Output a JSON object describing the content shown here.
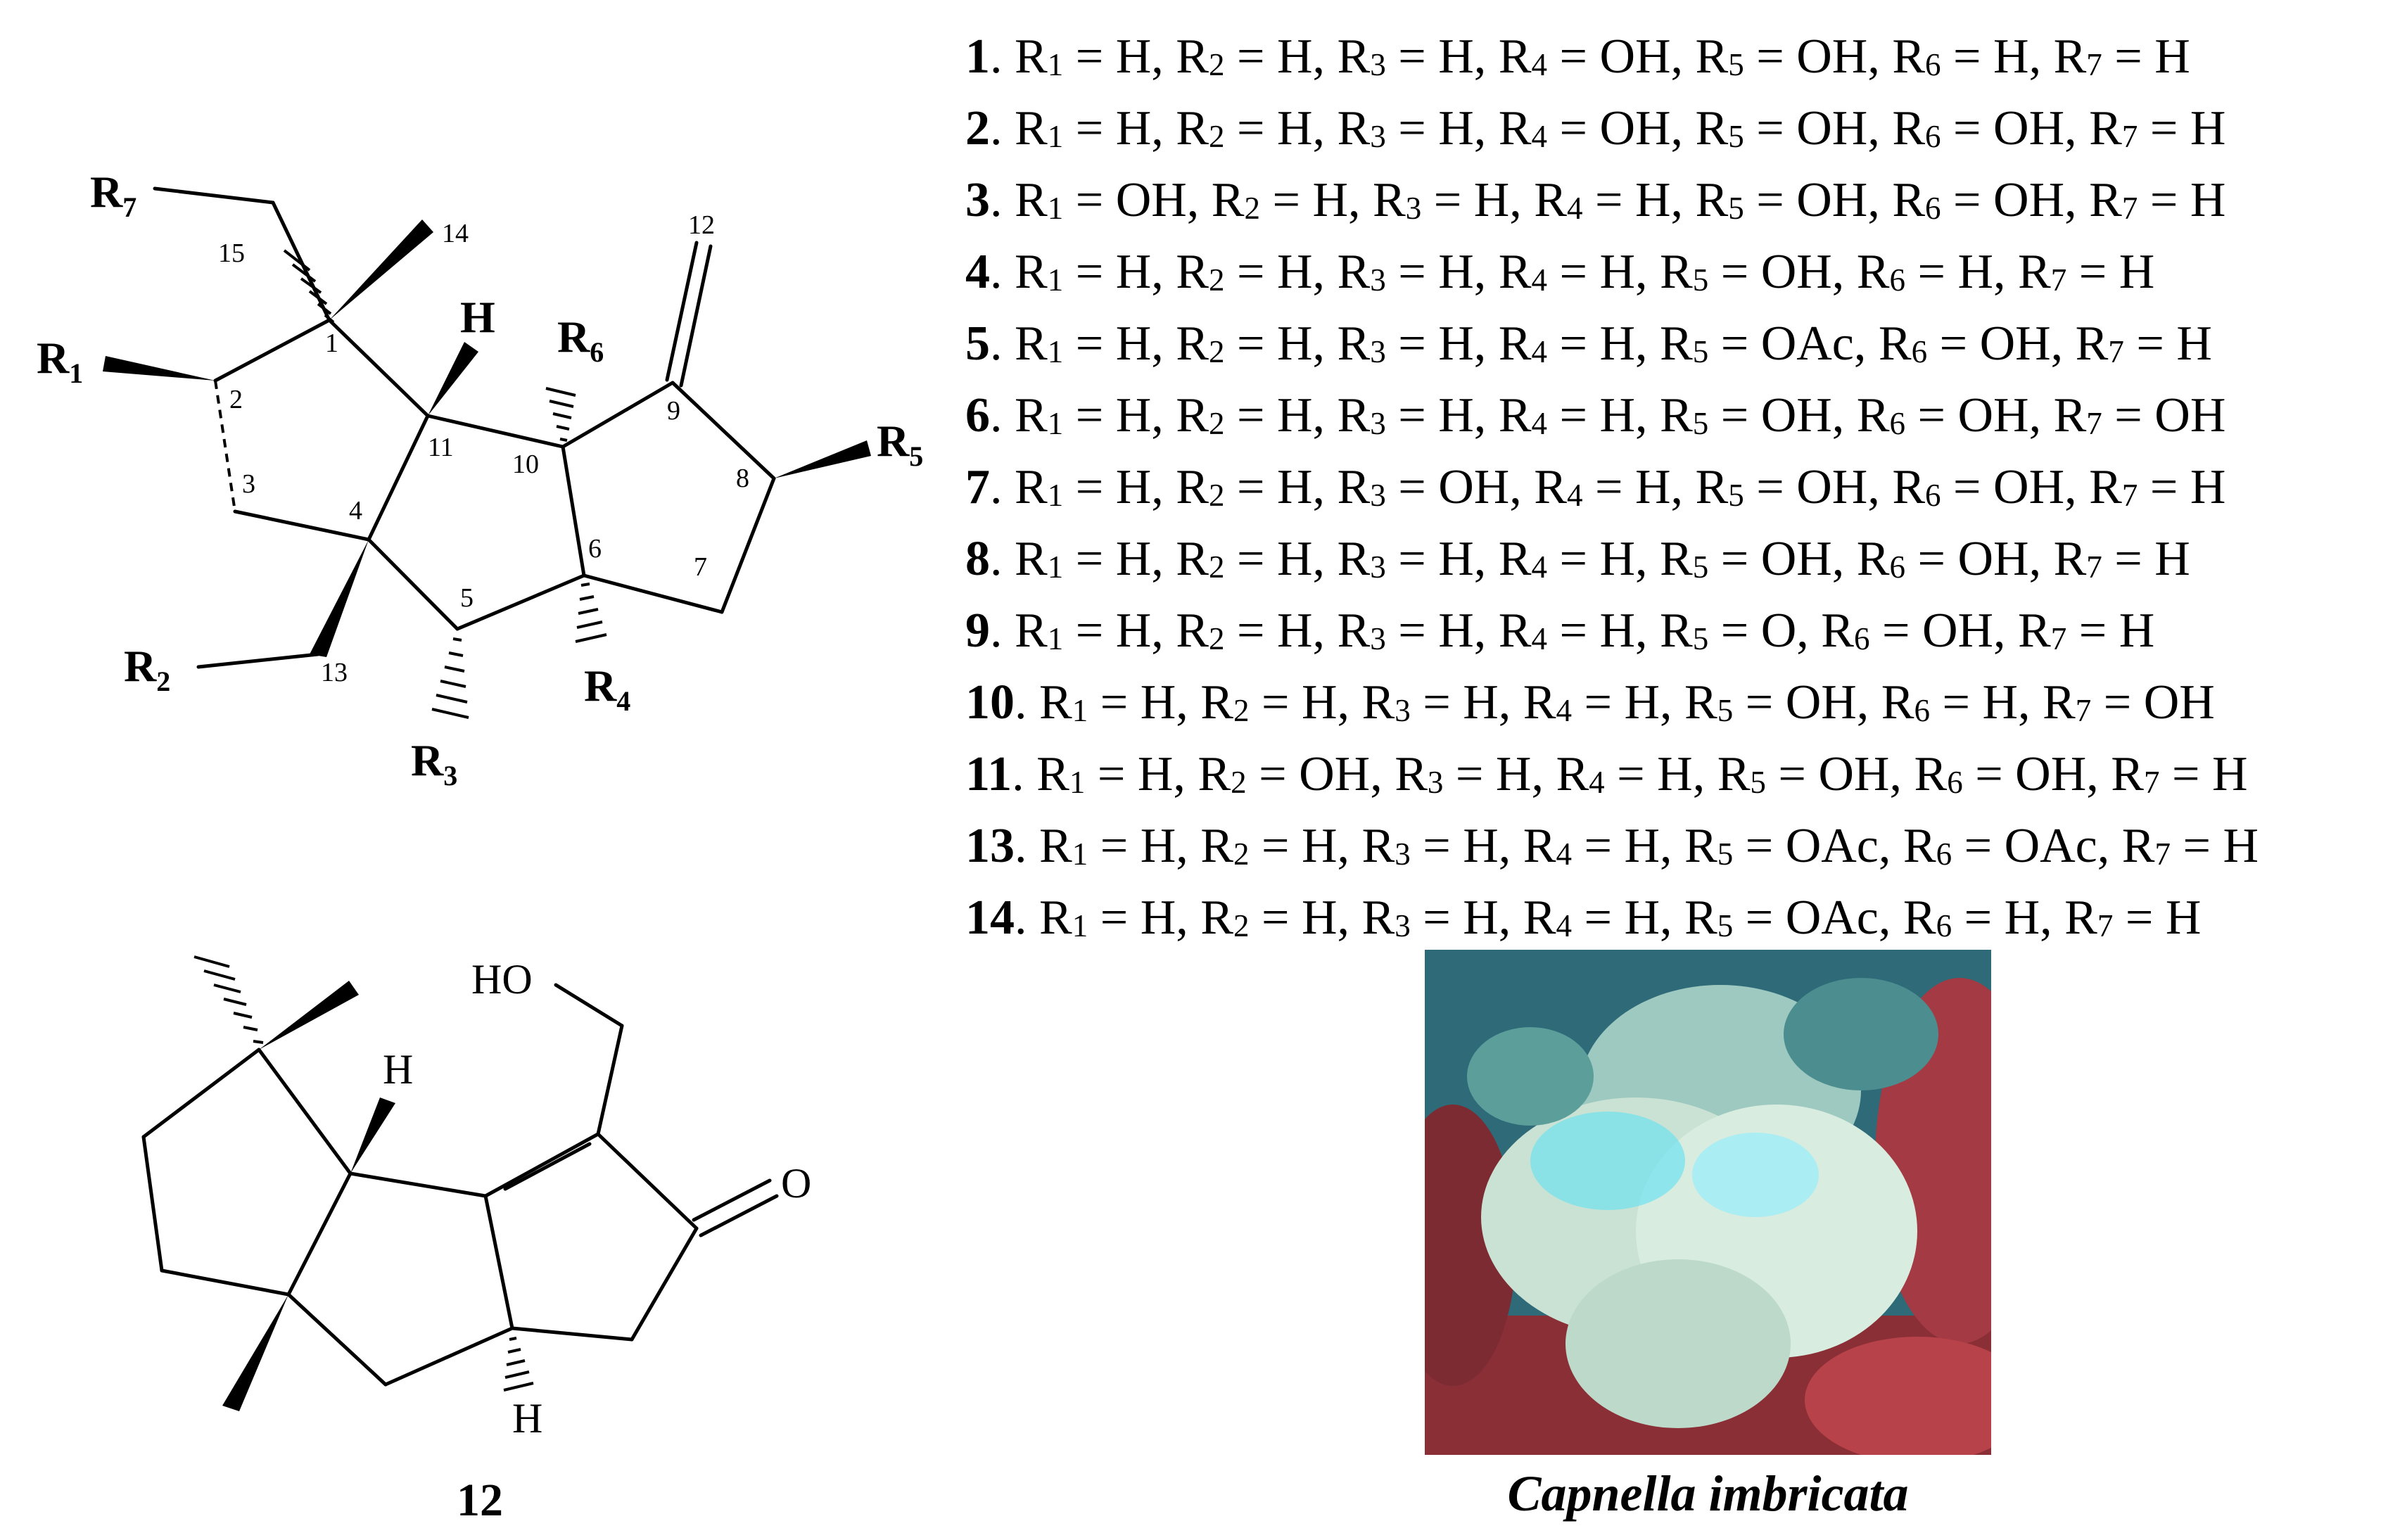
{
  "structure_a": {
    "r_labels": [
      "R",
      "R",
      "R",
      "R",
      "R",
      "R",
      "R"
    ],
    "r_subscripts": [
      "1",
      "2",
      "3",
      "4",
      "5",
      "6",
      "7"
    ],
    "atom_numbers": [
      "1",
      "2",
      "3",
      "4",
      "5",
      "6",
      "7",
      "8",
      "9",
      "10",
      "11",
      "12",
      "13",
      "14",
      "15"
    ],
    "h_label": "H"
  },
  "structure_12": {
    "ho_label": "HO",
    "o_label": "O",
    "h_top": "H",
    "h_bottom": "H",
    "compound_label": "12"
  },
  "compounds": [
    {
      "num": "1",
      "r": [
        "H",
        "H",
        "H",
        "OH",
        "OH",
        "H",
        "H"
      ]
    },
    {
      "num": "2",
      "r": [
        "H",
        "H",
        "H",
        "OH",
        "OH",
        "OH",
        "H"
      ]
    },
    {
      "num": "3",
      "r": [
        "OH",
        "H",
        "H",
        "H",
        "OH",
        "OH",
        "H"
      ]
    },
    {
      "num": "4",
      "r": [
        "H",
        "H",
        "H",
        "H",
        "OH",
        "H",
        "H"
      ]
    },
    {
      "num": "5",
      "r": [
        "H",
        "H",
        "H",
        "H",
        "OAc",
        "OH",
        "H"
      ]
    },
    {
      "num": "6",
      "r": [
        "H",
        "H",
        "H",
        "H",
        "OH",
        "OH",
        "OH"
      ]
    },
    {
      "num": "7",
      "r": [
        "H",
        "H",
        "OH",
        "H",
        "OH",
        "OH",
        "H"
      ]
    },
    {
      "num": "8",
      "r": [
        "H",
        "H",
        "H",
        "H",
        "OH",
        "OH",
        "H"
      ]
    },
    {
      "num": "9",
      "r": [
        "H",
        "H",
        "H",
        "H",
        "O",
        "OH",
        "H"
      ]
    },
    {
      "num": "10",
      "r": [
        "H",
        "H",
        "H",
        "H",
        "OH",
        "H",
        "OH"
      ]
    },
    {
      "num": "11",
      "r": [
        "H",
        "OH",
        "H",
        "H",
        "OH",
        "OH",
        "H"
      ]
    },
    {
      "num": "13",
      "r": [
        "H",
        "H",
        "H",
        "H",
        "OAc",
        "OAc",
        "H"
      ]
    },
    {
      "num": "14",
      "r": [
        "H",
        "H",
        "H",
        "H",
        "OAc",
        "H",
        "H"
      ]
    }
  ],
  "photo": {
    "caption": "Capnella imbricata",
    "colors": {
      "water": "#2e6a78",
      "coral": "#cfe6d8",
      "reef": "#b8424a",
      "cyan": "#6fe3ef"
    }
  }
}
